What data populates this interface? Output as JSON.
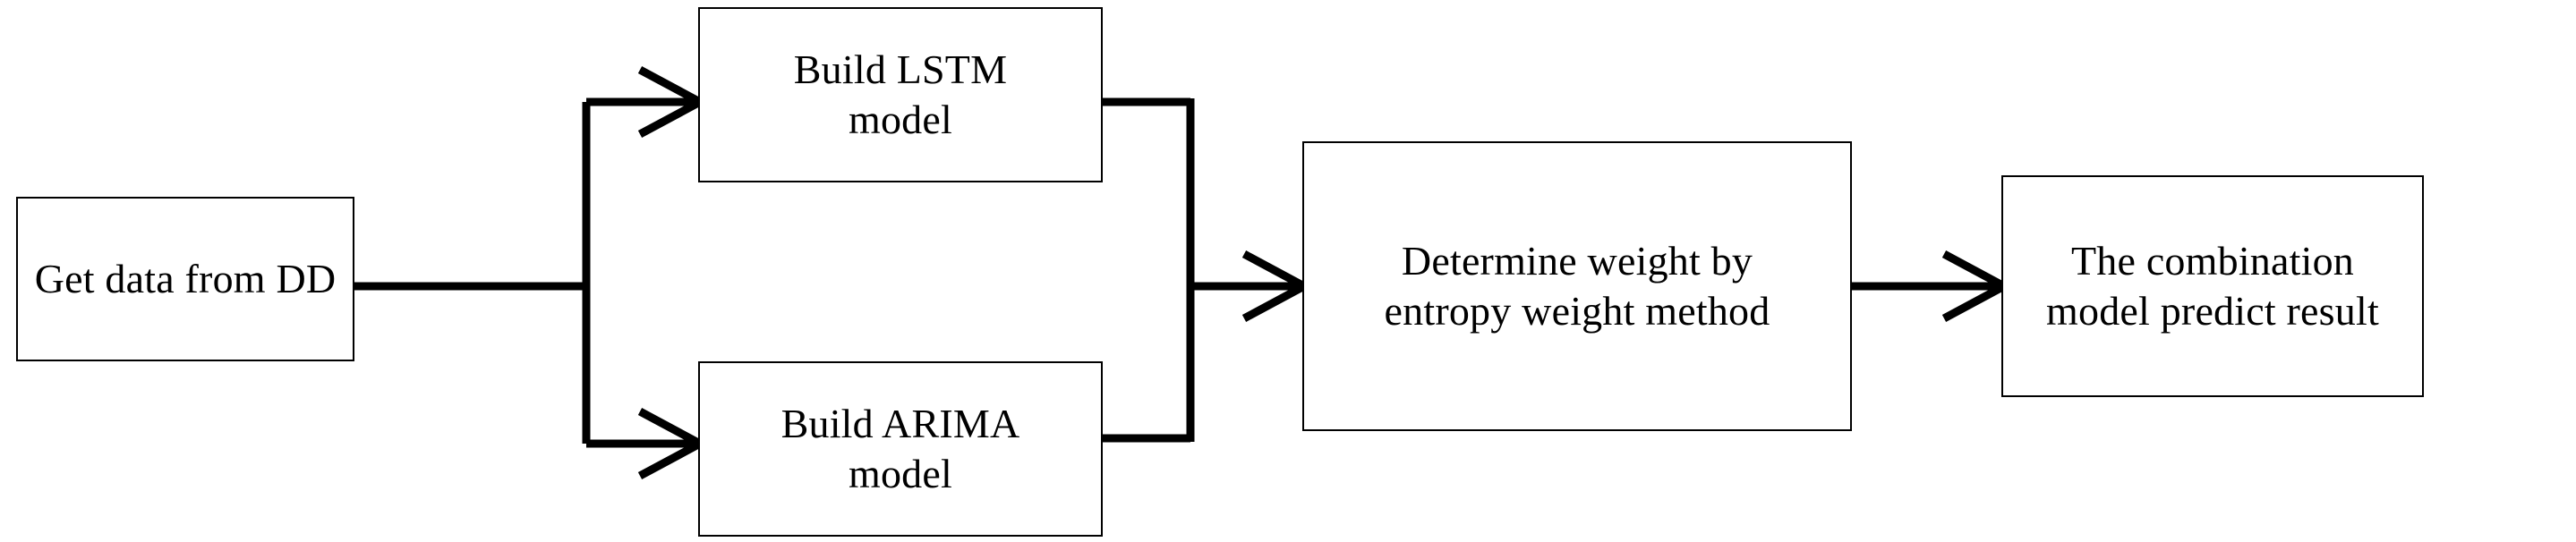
{
  "diagram": {
    "type": "flowchart",
    "orientation": "left-to-right",
    "background_color": "#ffffff",
    "stroke_color": "#000000",
    "nodes": [
      {
        "id": "get-data",
        "label": "Get data from DD",
        "shape": "rectangle"
      },
      {
        "id": "lstm",
        "label": "Build LSTM\nmodel",
        "shape": "rectangle"
      },
      {
        "id": "arima",
        "label": "Build ARIMA\nmodel",
        "shape": "rectangle"
      },
      {
        "id": "entropy",
        "label": "Determine weight by\nentropy weight method",
        "shape": "rectangle"
      },
      {
        "id": "result",
        "label": "The combination\nmodel predict result",
        "shape": "rectangle"
      }
    ],
    "edges": [
      {
        "from": "get-data",
        "to": "lstm",
        "style": "elbow",
        "arrowhead": true
      },
      {
        "from": "get-data",
        "to": "arima",
        "style": "elbow",
        "arrowhead": true
      },
      {
        "from": "lstm",
        "to": "entropy",
        "style": "elbow-merge",
        "arrowhead": true
      },
      {
        "from": "arima",
        "to": "entropy",
        "style": "elbow-merge",
        "arrowhead": true
      },
      {
        "from": "entropy",
        "to": "result",
        "style": "straight",
        "arrowhead": true
      }
    ]
  }
}
